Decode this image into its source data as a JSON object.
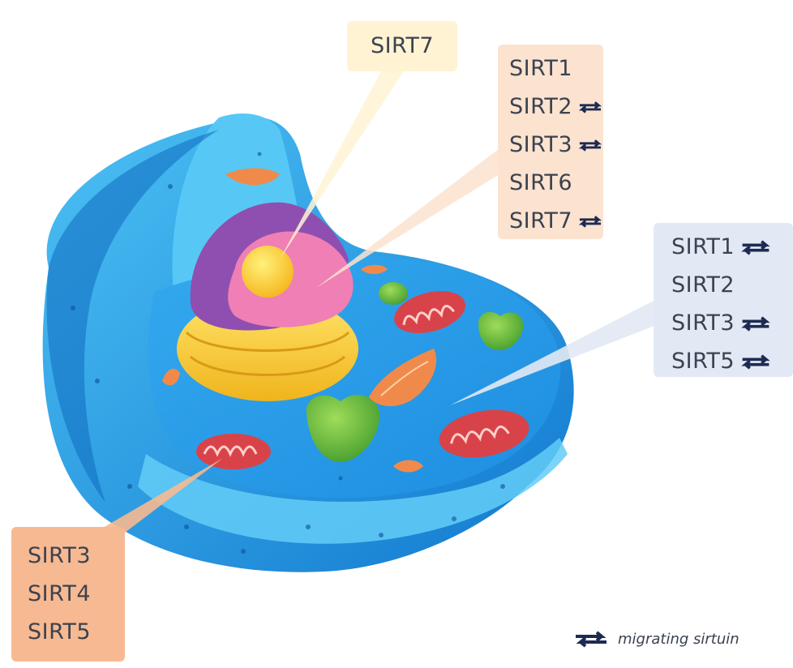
{
  "labels": {
    "nucleolus": [
      "SIRT7"
    ],
    "nucleus": [
      {
        "text": "SIRT1",
        "migrating": false
      },
      {
        "text": "SIRT2",
        "migrating": true
      },
      {
        "text": "SIRT3",
        "migrating": true
      },
      {
        "text": "SIRT6",
        "migrating": false
      },
      {
        "text": "SIRT7",
        "migrating": true
      }
    ],
    "cytoplasm": [
      {
        "text": "SIRT1",
        "migrating": true
      },
      {
        "text": "SIRT2",
        "migrating": false
      },
      {
        "text": "SIRT3",
        "migrating": true
      },
      {
        "text": "SIRT5",
        "migrating": true
      }
    ],
    "mitochondria": [
      "SIRT3",
      "SIRT4",
      "SIRT5"
    ]
  },
  "legend": {
    "text": "migrating sirtuin",
    "icon": "migrating-arrows-icon"
  },
  "colors": {
    "cell_blue": "#1f9fe8",
    "cell_blue_light": "#5ec7f6",
    "nucleus_purple": "#9b5bb4",
    "nucleus_pink": "#ef7fb5",
    "nucleolus_yellow": "#ffd33a",
    "envelope_yellow": "#f5c928",
    "mitochondrion_red": "#d8434a",
    "chloroplast_green": "#5fb43a",
    "box_nucleolus": "#fff3d3",
    "box_nucleus": "#fbe3cf",
    "box_cytoplasm": "#e2e9f4",
    "box_mitochondria": "#f7b991",
    "arrow_navy": "#1d2a52"
  }
}
